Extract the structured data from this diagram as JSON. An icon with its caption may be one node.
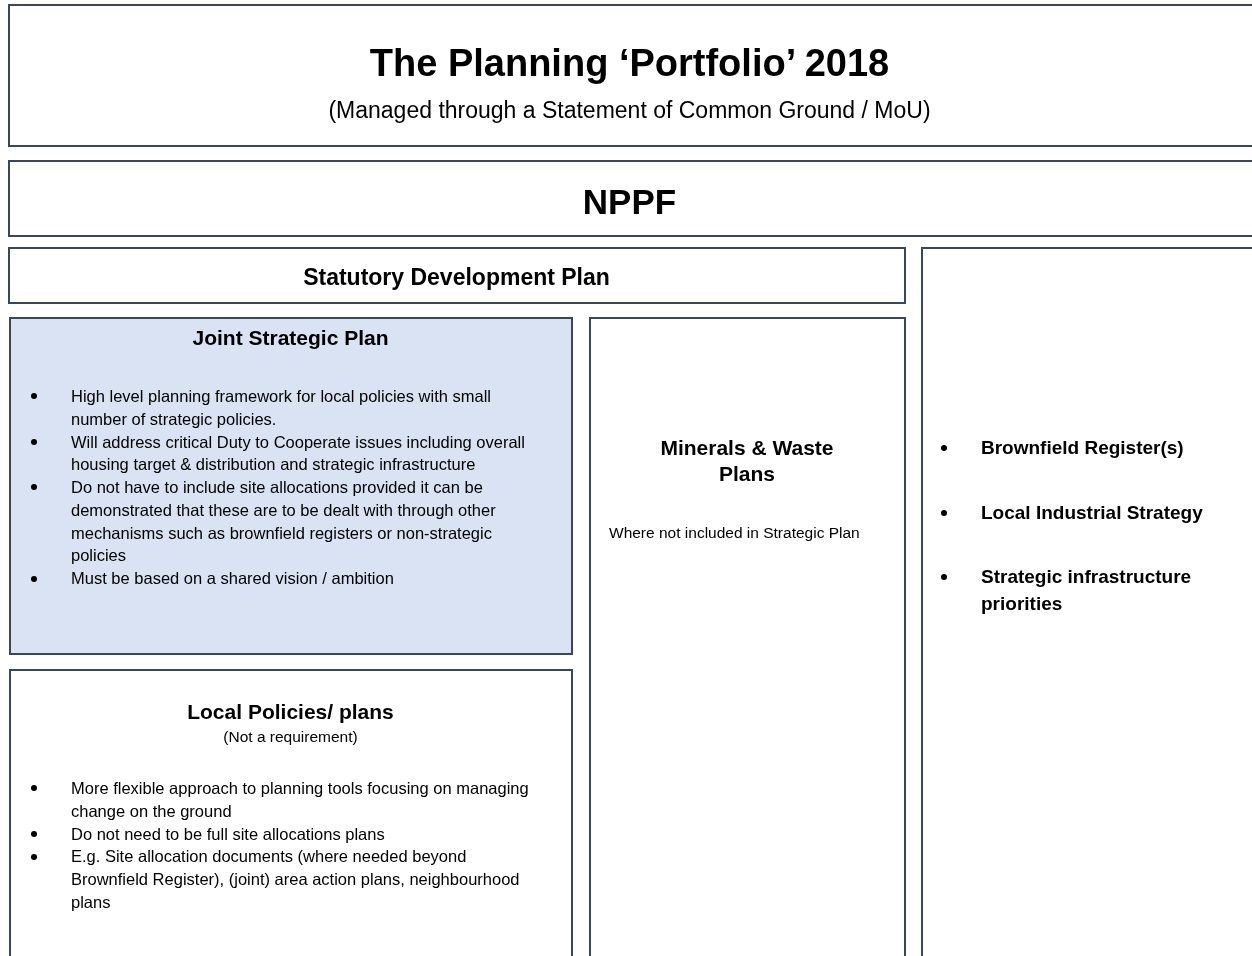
{
  "diagram": {
    "nodes": [
      {
        "text": [
          "The Planning ‘Portfolio’ 2018",
          "(Managed through a Statement of Common Ground / MoU)"
        ]
      },
      {
        "text": [
          "NPPF"
        ]
      },
      {
        "text": [
          "Statutory Development Plan"
        ]
      },
      {
        "text": [
          "Joint Strategic Plan",
          "High level planning framework for local policies with small number of strategic policies.",
          "Will address critical Duty to Cooperate issues including overall housing target & distribution and strategic infrastructure",
          "Do not have to include site allocations provided it can be demonstrated that these are to be dealt with through other mechanisms such as brownfield registers or non-strategic policies",
          "Must be based on a shared vision / ambition"
        ]
      },
      {
        "text": [
          "Minerals & Waste Plans",
          "Where not included in Strategic Plan"
        ]
      },
      {
        "text": [
          "Local Policies/ plans",
          "(Not a requirement)",
          "More flexible approach to planning tools focusing on managing change on the ground",
          "Do not need to be full site allocations plans",
          "E.g. Site allocation documents (where needed beyond Brownfield Register), (joint) area action plans, neighbourhood plans"
        ]
      },
      {
        "text": [
          "Brownfield Register(s)",
          "Local Industrial Strategy",
          "Strategic infrastructure priorities"
        ]
      }
    ]
  }
}
